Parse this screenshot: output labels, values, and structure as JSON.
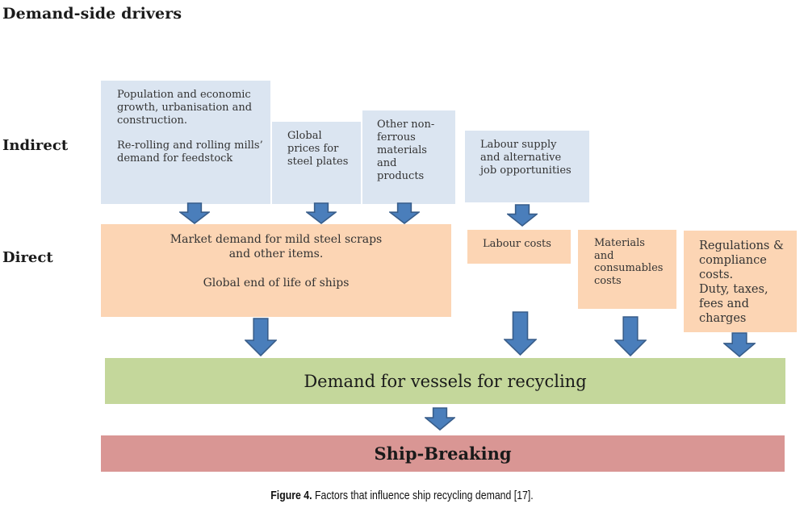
{
  "title": "Demand-side drivers",
  "row_labels": {
    "indirect": "Indirect",
    "direct": "Direct"
  },
  "indirect_boxes": [
    {
      "lines_a": [
        "Population and economic",
        "growth, urbanisation and",
        "construction."
      ],
      "lines_b": [
        "Re-rolling and rolling mills’",
        "demand for feedstock"
      ]
    },
    {
      "lines": [
        "Global",
        "prices for",
        "steel plates"
      ]
    },
    {
      "lines": [
        "Other non-",
        "ferrous",
        "materials",
        "and",
        "products"
      ]
    },
    {
      "lines": [
        "Labour supply",
        "and alternative",
        "job opportunities"
      ]
    }
  ],
  "direct_boxes": [
    {
      "lines_a": [
        "Market demand for mild steel scraps",
        "and other items."
      ],
      "lines_b": [
        "Global end of life of ships"
      ]
    },
    {
      "lines": [
        "Labour costs"
      ]
    },
    {
      "lines": [
        "Materials",
        "and",
        "consumables",
        "costs"
      ]
    },
    {
      "lines": [
        "Regulations &",
        "compliance",
        "costs.",
        "Duty, taxes,",
        "fees and",
        "charges"
      ]
    }
  ],
  "demand_bar": "Demand for vessels for recycling",
  "outcome_bar": "Ship-Breaking",
  "caption": {
    "label": "Figure 4.",
    "text": " Factors that influence ship recycling demand [17]."
  },
  "colors": {
    "indirect_fill": "#dbe5f1",
    "direct_fill": "#fcd5b4",
    "demand_fill": "#c4d79b",
    "outcome_fill": "#d99694",
    "arrow_fill": "#4a7ebb",
    "arrow_stroke": "#385d8a"
  }
}
